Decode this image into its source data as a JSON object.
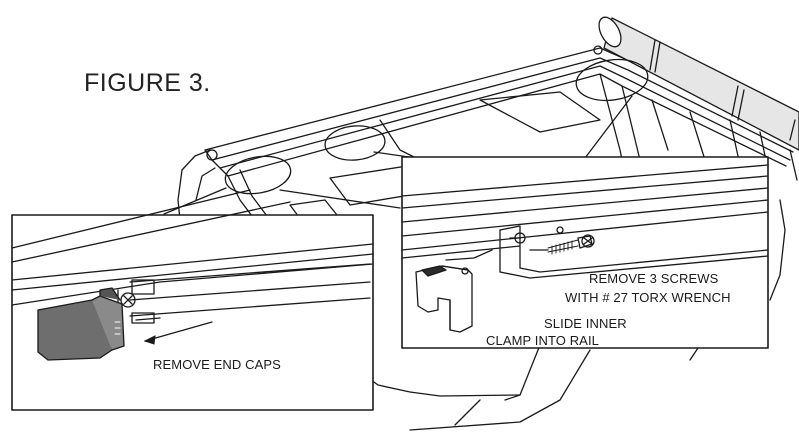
{
  "figure": {
    "title": "FIGURE 3."
  },
  "callouts": {
    "end_caps": "REMOVE END CAPS",
    "screws_line1": "REMOVE 3 SCREWS",
    "screws_line2": "WITH # 27 TORX WRENCH",
    "clamp_line1": "SLIDE INNER",
    "clamp_line2": "CLAMP INTO RAIL"
  },
  "colors": {
    "line": "#1a1a1a",
    "end_cap_fill": "#6e6e6e",
    "tonneau_roll": "#e6e6e6"
  }
}
